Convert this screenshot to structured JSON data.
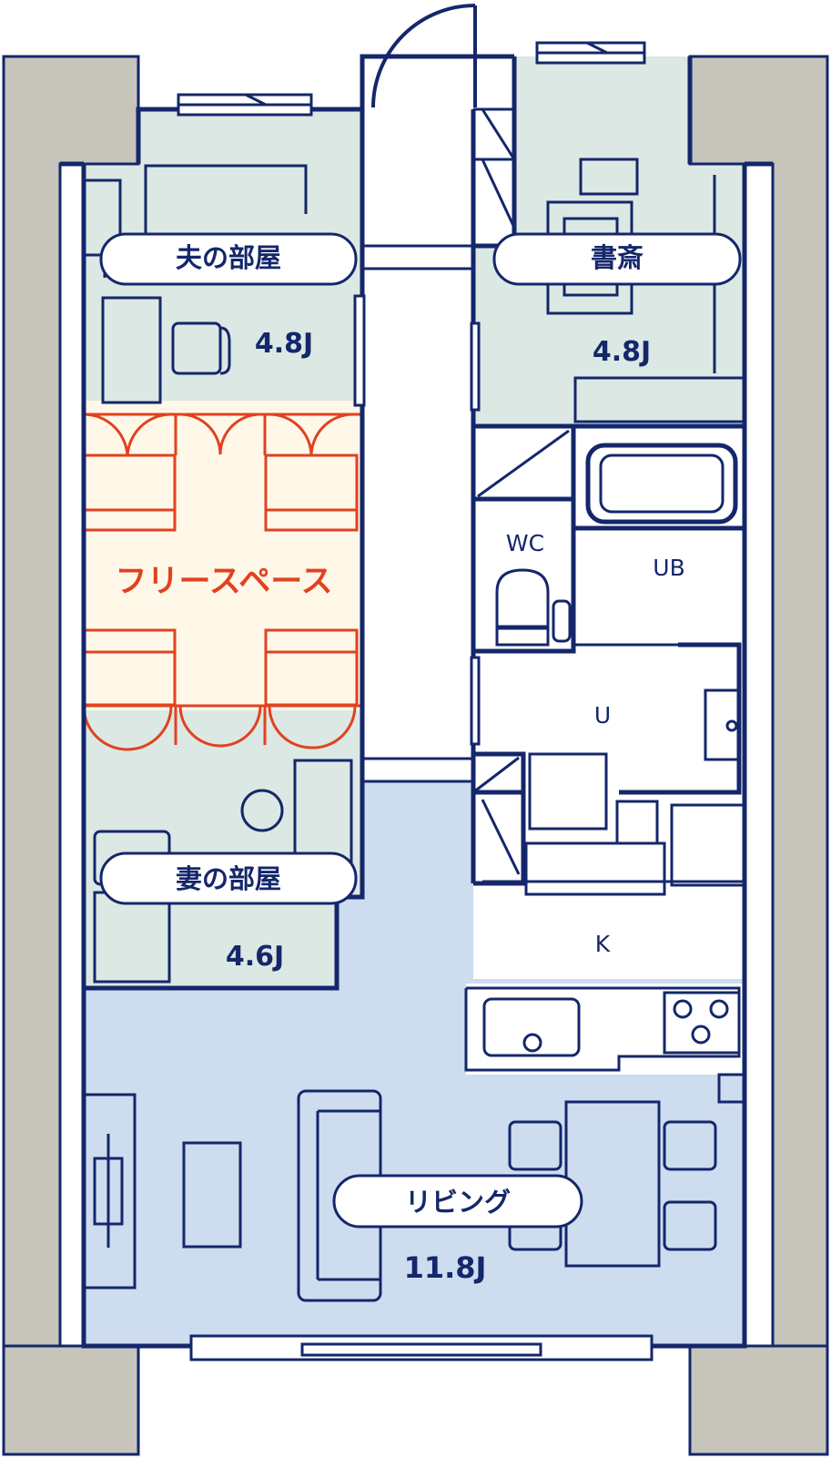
{
  "rooms": {
    "husband": {
      "name": "夫の部屋",
      "size": "4.8J"
    },
    "study": {
      "name": "書斎",
      "size": "4.8J"
    },
    "wife": {
      "name": "妻の部屋",
      "size": "4.6J"
    },
    "living": {
      "name": "リビング",
      "size": "11.8J"
    },
    "free_space": {
      "name": "フリースペース"
    }
  },
  "utility_labels": {
    "wc": "WC",
    "ub": "UB",
    "u": "U",
    "k": "K"
  },
  "colors": {
    "wall": "#14276b",
    "room_green": "#dce8e3",
    "living_blue": "#cddcef",
    "free_space_fill": "#fff7e8",
    "free_space_accent": "#e0421f",
    "pillar": "#c6c4bb"
  }
}
